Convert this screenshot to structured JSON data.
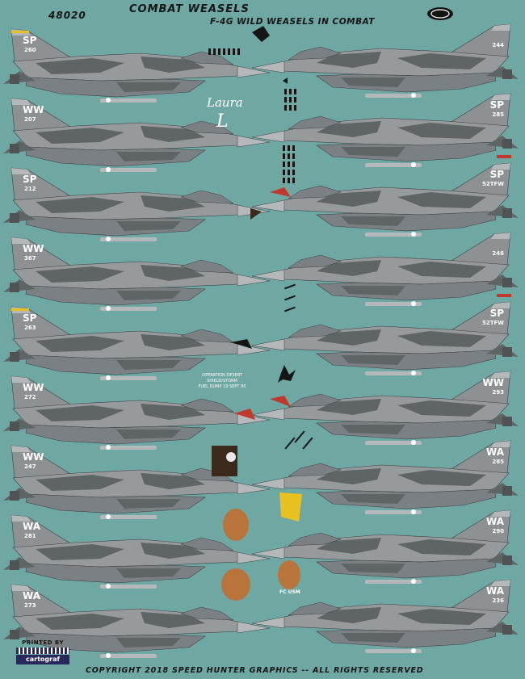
{
  "header": {
    "catalog_number": "48020",
    "title": "COMBAT WEASELS",
    "subtitle": "F-4G WILD WEASELS IN COMBAT"
  },
  "footer": {
    "copyright": "COPYRIGHT 2018 SPEED HUNTER GRAPHICS -- ALL RIGHTS RESERVED",
    "printed_by": "PRINTED BY",
    "printer": "cartograf"
  },
  "nose_art": {
    "signature_name": "Laura",
    "signature_initial": "L",
    "stencil_text": [
      "OPERATION DESERT",
      "SHIELD/STORM",
      "FUEL DUMP 19 SEPT 90"
    ],
    "patch_text": "FC USM"
  },
  "colors": {
    "background": "#6fa7a3",
    "camo_dark": "#5f6467",
    "camo_light": "#969a9d",
    "camo_mid": "#7b8084",
    "tail_light": "#b5b8ba",
    "text": "#151515",
    "marking": "#ffffff",
    "cartograf": "#29285a"
  },
  "aircraft_left": [
    {
      "code": "SP",
      "serial": "260"
    },
    {
      "code": "WW",
      "serial": "207"
    },
    {
      "code": "SP",
      "serial": "212"
    },
    {
      "code": "WW",
      "serial": "367"
    },
    {
      "code": "SP",
      "serial": "263"
    },
    {
      "code": "WW",
      "serial": "272"
    },
    {
      "code": "WW",
      "serial": "247"
    },
    {
      "code": "WA",
      "serial": "281"
    },
    {
      "code": "WA",
      "serial": "273"
    }
  ],
  "aircraft_right": [
    {
      "code": "",
      "serial": "244"
    },
    {
      "code": "SP",
      "serial": "285"
    },
    {
      "code": "SP",
      "serial": "52TFW"
    },
    {
      "code": "",
      "serial": "246"
    },
    {
      "code": "SP",
      "serial": "52TFW"
    },
    {
      "code": "WW",
      "serial": "293"
    },
    {
      "code": "WA",
      "serial": "285"
    },
    {
      "code": "WA",
      "serial": "290"
    },
    {
      "code": "WA",
      "serial": "236"
    }
  ]
}
